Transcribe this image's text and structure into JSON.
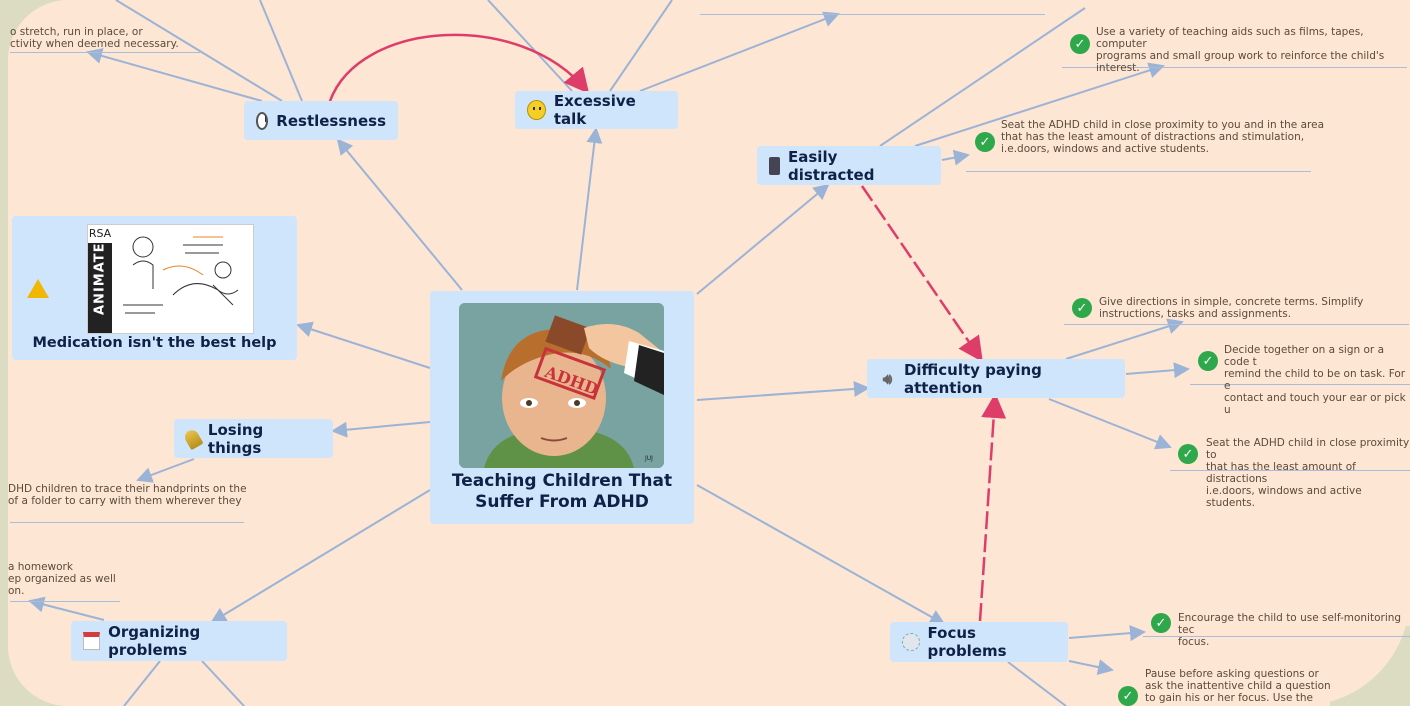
{
  "central": {
    "title": "Teaching Children That Suffer From ADHD",
    "stamp_text": "ADHD"
  },
  "topics": {
    "restlessness": "Restlessness",
    "excessive_talk": "Excessive talk",
    "easily_distracted": "Easily distracted",
    "difficulty_paying_attention": "Difficulty paying attention",
    "focus_problems": "Focus problems",
    "organizing_problems": "Organizing problems",
    "losing_things": "Losing things",
    "medication": "Medication isn't the best help"
  },
  "medication_thumb": {
    "band_text": "ANIMATE",
    "rsa_text": "RSA"
  },
  "notes": {
    "restless_note": "o stretch, run in place, or\nctivity when deemed necessary.",
    "teaching_aids": "Use a variety of teaching aids such as films, tapes, computer\nprograms and small group work to reinforce the child's\ninterest.",
    "seat_close_1": "Seat the ADHD child in close proximity to you and in the area\nthat has the least amount of distractions and stimulation,\ni.e.doors, windows and active students.",
    "give_directions": "Give directions in simple, concrete terms. Simplify\ninstructions, tasks and assignments.",
    "decide_sign": "Decide together on a sign or a code t\nremind the child to be on task. For e\ncontact and touch your ear or pick u",
    "seat_close_2": "Seat the ADHD child in close proximity to\nthat has the least amount of distractions\ni.e.doors, windows and active students.",
    "self_monitoring": "Encourage the child to use self-monitoring tec\nfocus.",
    "pause_before": "Pause before asking questions or\nask the inattentive child a question\nto gain his or her focus. Use the",
    "handprints": "DHD children to trace their handprints on the\n of a folder to carry with them wherever they",
    "homework": " a homework\nep organized as well\non."
  },
  "colors": {
    "canvas": "#fde6d4",
    "node_bg": "#cfe5fb",
    "node_text": "#0f2147",
    "connector": "#9bb3d6",
    "relation": "#de3d6a",
    "check": "#2ea84b"
  }
}
